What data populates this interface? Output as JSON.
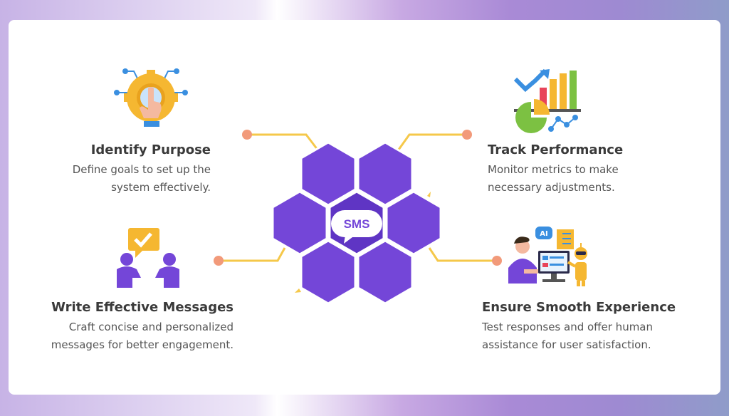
{
  "center": {
    "label": "SMS"
  },
  "steps": [
    {
      "title": "Identify Purpose",
      "lines": [
        "Define goals to set up the",
        "system effectively."
      ]
    },
    {
      "title": "Track Performance",
      "lines": [
        "Monitor metrics to make",
        "necessary adjustments."
      ]
    },
    {
      "title": "Write Effective Messages",
      "lines": [
        "Craft concise and personalized",
        "messages for better engagement."
      ]
    },
    {
      "title": "Ensure Smooth Experience",
      "lines": [
        "Test responses and offer human",
        "assistance for user satisfaction."
      ]
    }
  ],
  "icons": {
    "ai_badge": "AI",
    "names": [
      "gear-touch-icon",
      "analytics-chart-icon",
      "chat-people-icon",
      "ai-support-icon"
    ]
  },
  "colors": {
    "hex": "#7446d8",
    "hex_dark": "#5f35c4",
    "connector": "#f5c84a",
    "node": "#f29a7a"
  }
}
